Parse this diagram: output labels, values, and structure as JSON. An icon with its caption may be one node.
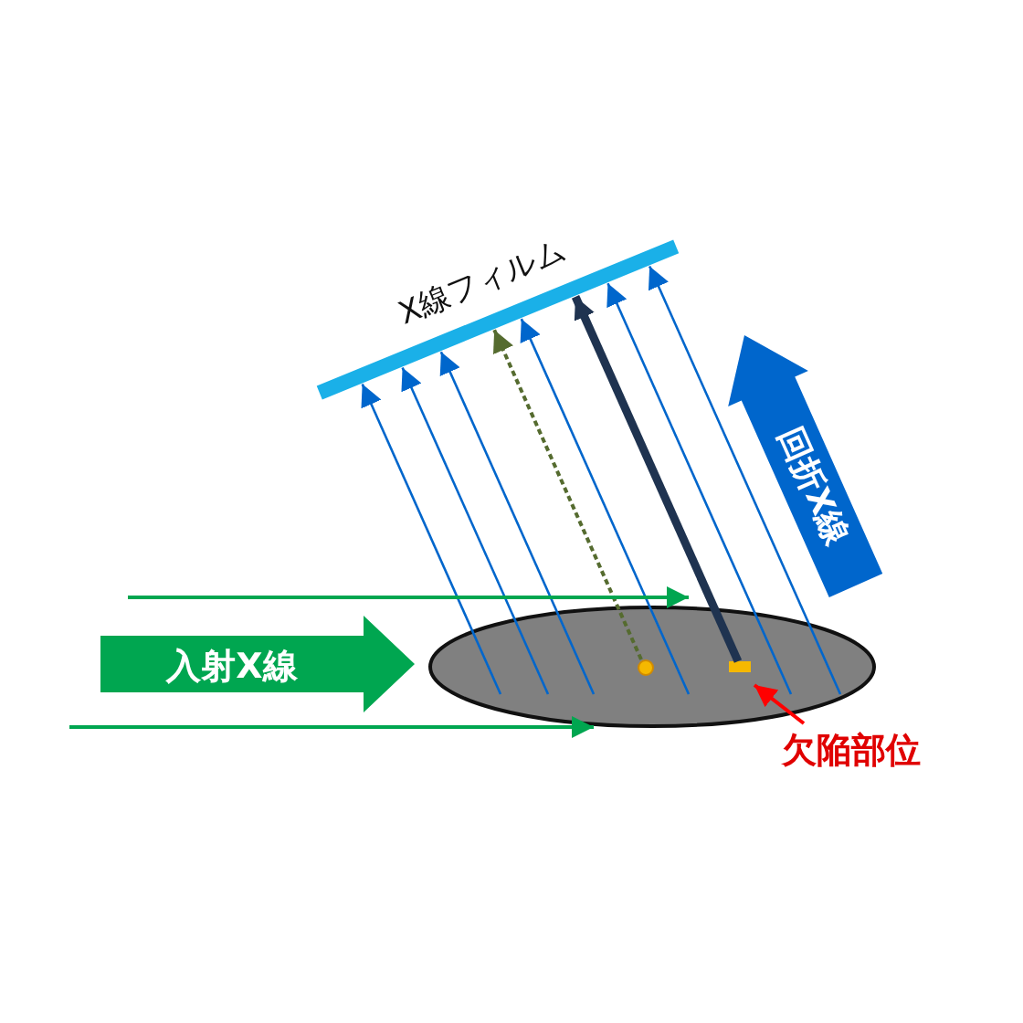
{
  "diagram": {
    "nodes": [
      {
        "text": [
          "X線フィルム"
        ]
      },
      {
        "text": [],
        "shape": "ellipse"
      },
      {
        "text": [],
        "shape": "circle",
        "in": 1
      },
      {
        "text": [],
        "shape": "box",
        "in": 1
      },
      {
        "text": [
          "欠陥部位"
        ]
      },
      {
        "text": [
          "入射X線"
        ]
      },
      {
        "text": [
          "回折X線"
        ]
      }
    ],
    "edges": [
      {
        "from": 1,
        "to": 0,
        "arrow": "to"
      },
      {
        "from": 1,
        "to": 0,
        "arrow": "to"
      },
      {
        "from": 1,
        "to": 0,
        "arrow": "to"
      },
      {
        "from": 2,
        "to": 0,
        "arrow": "to",
        "style": "dashed",
        "color": "#556b2f"
      },
      {
        "from": 1,
        "to": 0,
        "arrow": "to"
      },
      {
        "from": 3,
        "to": 0,
        "arrow": "to",
        "style": "thick",
        "color": "#1f3350"
      },
      {
        "from": 1,
        "to": 0,
        "arrow": "to"
      },
      {
        "from": 1,
        "to": 0,
        "arrow": "to"
      },
      {
        "from": null,
        "to": 1,
        "arrow": "to",
        "color": "#00a650"
      },
      {
        "from": null,
        "to": 1,
        "arrow": "to",
        "color": "#00a650"
      },
      {
        "from": 4,
        "to": 3,
        "arrow": "to",
        "color": "#ff0000"
      }
    ]
  }
}
